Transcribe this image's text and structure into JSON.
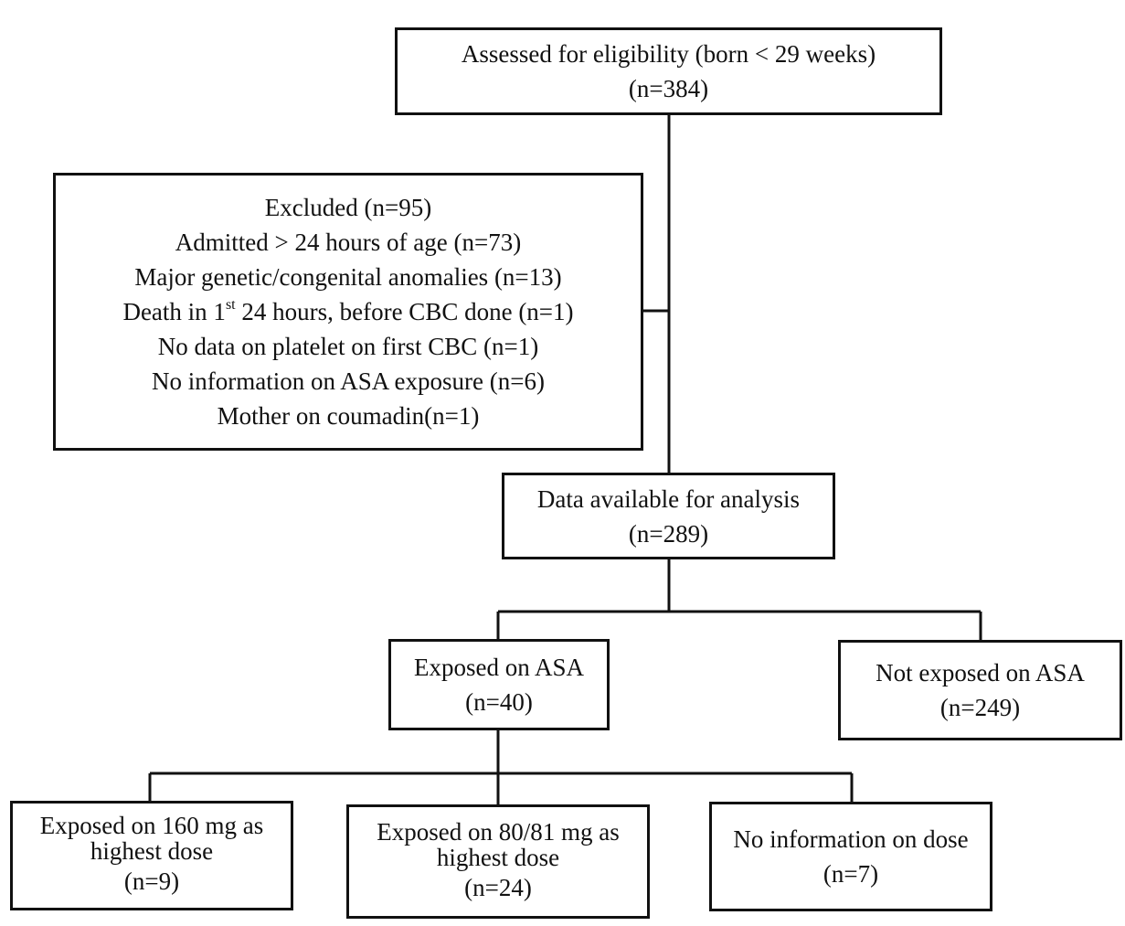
{
  "assessed": {
    "line1": "Assessed for eligibility (born < 29 weeks)",
    "line2": "(n=384)"
  },
  "excluded": {
    "title": "Excluded (n=95)",
    "reasons": [
      "Admitted > 24 hours of age (n=73)",
      "Major genetic/congenital anomalies (n=13)",
      {
        "pre": "Death in 1",
        "sup": "st",
        "post": " 24 hours, before CBC done (n=1)"
      },
      "No data on platelet on first CBC (n=1)",
      "No information on ASA exposure (n=6)",
      "Mother on coumadin(n=1)"
    ]
  },
  "analysis": {
    "line1": "Data available for analysis",
    "line2": "(n=289)"
  },
  "exposed": {
    "line1": "Exposed on ASA",
    "line2": "(n=40)"
  },
  "not_exposed": {
    "line1": "Not exposed on ASA",
    "line2": "(n=249)"
  },
  "dose_160": {
    "line1": "Exposed on 160 mg as",
    "line2": "highest dose",
    "line3": "(n=9)"
  },
  "dose_80": {
    "line1": "Exposed on 80/81 mg as",
    "line2": "highest dose",
    "line3": "(n=24)"
  },
  "no_dose": {
    "line1": "No information on dose",
    "line2": "(n=7)"
  },
  "colors": {
    "stroke": "#111111",
    "background": "#ffffff"
  }
}
